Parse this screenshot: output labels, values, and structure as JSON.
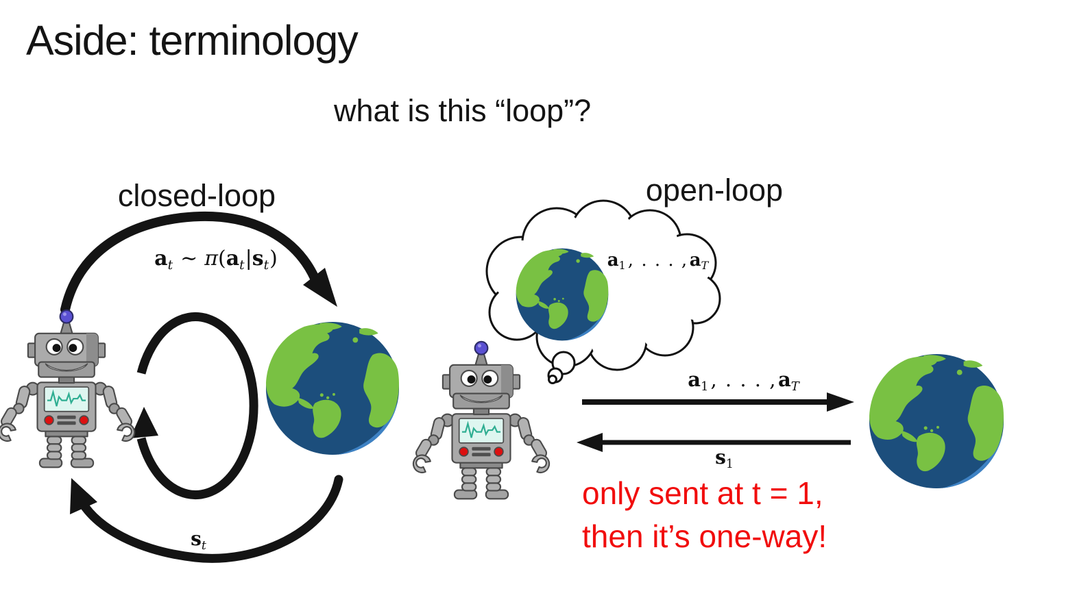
{
  "slide": {
    "title": "Aside: terminology",
    "subtitle": "what is this “loop”?"
  },
  "closed_loop": {
    "label": "closed-loop",
    "policy_math": {
      "a1": "a",
      "sub1": "t",
      "rel": "∼",
      "pi": "π",
      "lparen": "(",
      "a2": "a",
      "sub2": "t",
      "bar": "|",
      "s1": "s",
      "sub3": "t",
      "rparen": ")"
    },
    "state_math": {
      "s": "s",
      "sub": "t"
    }
  },
  "open_loop": {
    "label": "open-loop",
    "thought_math": {
      "a1": "a",
      "sub1": "1",
      "dots": ", . . . ,",
      "a2": "a",
      "sub2": "T"
    },
    "action_math": {
      "a1": "a",
      "sub1": "1",
      "dots": ", . . . ,",
      "a2": "a",
      "sub2": "T"
    },
    "state_math": {
      "s": "s",
      "sub": "1"
    },
    "note_line1": "only sent at t = 1,",
    "note_line2": "then it’s one-way!"
  },
  "figures": {
    "left_agent": "robot",
    "left_environment": "earth",
    "right_agent": "robot with thought bubble of earth",
    "right_environment": "earth"
  },
  "colors": {
    "ink": "#141414",
    "note_red": "#f10d0d",
    "earth_ocean": "#1c4e7c",
    "earth_land": "#79c143",
    "earth_shallow": "#3e82c4",
    "robot_gray": "#a9a9a9",
    "antenna_blue": "#5a50d2",
    "screen_teal": "#2fae92"
  }
}
